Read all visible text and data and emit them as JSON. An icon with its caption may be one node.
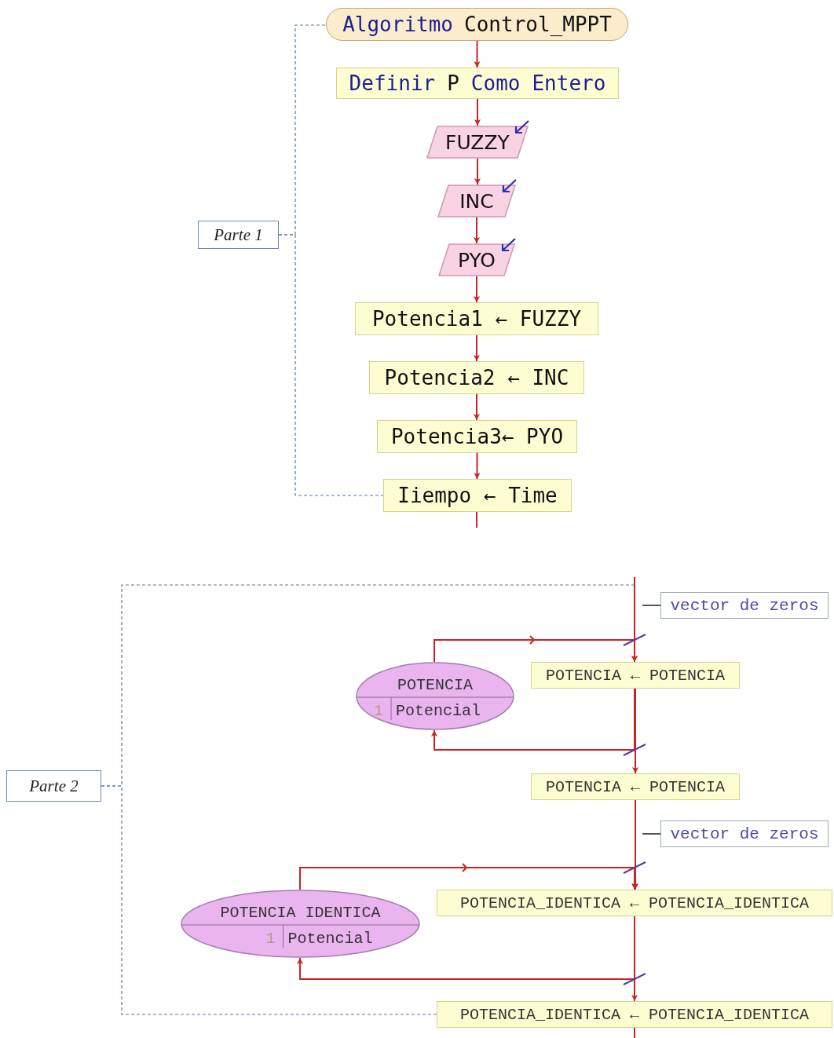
{
  "diagram": {
    "nodes": [
      {
        "text": [
          "Algoritmo",
          "Control_MPPT"
        ]
      },
      {
        "text": [
          "Definir",
          "P",
          "Como",
          "Entero"
        ]
      },
      {
        "text": [
          "FUZZY"
        ]
      },
      {
        "text": [
          "INC"
        ]
      },
      {
        "text": [
          "PYO"
        ]
      },
      {
        "text": [
          "Potencia1 ← FUZZY"
        ]
      },
      {
        "text": [
          "Potencia2 ← INC"
        ]
      },
      {
        "text": [
          "Potencia3← PYO"
        ]
      },
      {
        "text": [
          "Iiempo ← Time"
        ]
      },
      {
        "text": [
          "Parte 1"
        ]
      },
      {
        "text": [
          "vector de zeros"
        ]
      },
      {
        "text": [
          "POTENCIA",
          "1",
          "Potencial"
        ]
      },
      {
        "text": [
          "POTENCIA ← POTENCIA"
        ]
      },
      {
        "text": [
          "POTENCIA ← POTENCIA"
        ]
      },
      {
        "text": [
          "Parte 2"
        ]
      },
      {
        "text": [
          "vector de zeros"
        ]
      },
      {
        "text": [
          "POTENCIA IDENTICA",
          "1",
          "Potencial"
        ]
      },
      {
        "text": [
          "POTENCIA_IDENTICA ← POTENCIA_IDENTICA"
        ]
      },
      {
        "text": [
          "POTENCIA_IDENTICA ← POTENCIA_IDENTICA"
        ]
      }
    ],
    "edges": [
      {
        "from": 0,
        "to": 1,
        "arrow": "to"
      },
      {
        "from": 1,
        "to": 2,
        "arrow": "to"
      },
      {
        "from": 2,
        "to": 3,
        "arrow": "to"
      },
      {
        "from": 3,
        "to": 4,
        "arrow": "to"
      },
      {
        "from": 4,
        "to": 5,
        "arrow": "to"
      },
      {
        "from": 5,
        "to": 6,
        "arrow": "to"
      },
      {
        "from": 6,
        "to": 7,
        "arrow": "to"
      },
      {
        "from": 7,
        "to": 8,
        "arrow": "to"
      },
      {
        "from": 8,
        "to": null,
        "arrow": "none"
      },
      {
        "from": 9,
        "to": 0,
        "arrow": "none",
        "style": "dashed",
        "color": "#5577aa"
      },
      {
        "from": 9,
        "to": 8,
        "arrow": "none",
        "style": "dashed",
        "color": "#5577aa"
      },
      {
        "from": 10,
        "to": null,
        "arrow": "none",
        "color": "#555555"
      },
      {
        "from": null,
        "to": 12,
        "arrow": "to"
      },
      {
        "from": 11,
        "to": 12,
        "arrow": "to"
      },
      {
        "from": 12,
        "to": 11,
        "arrow": "to"
      },
      {
        "from": 12,
        "to": 13,
        "arrow": "to"
      },
      {
        "from": 13,
        "to": 17,
        "arrow": "to"
      },
      {
        "from": 15,
        "to": null,
        "arrow": "none",
        "color": "#555555"
      },
      {
        "from": 16,
        "to": 17,
        "arrow": "to"
      },
      {
        "from": 17,
        "to": 16,
        "arrow": "to"
      },
      {
        "from": 17,
        "to": 18,
        "arrow": "to"
      },
      {
        "from": 18,
        "to": null,
        "arrow": "none"
      },
      {
        "from": 14,
        "to": null,
        "arrow": "none",
        "style": "dashed",
        "color": "#5577aa"
      },
      {
        "from": 14,
        "to": 18,
        "arrow": "none",
        "style": "dashed",
        "color": "#5577aa"
      }
    ]
  }
}
